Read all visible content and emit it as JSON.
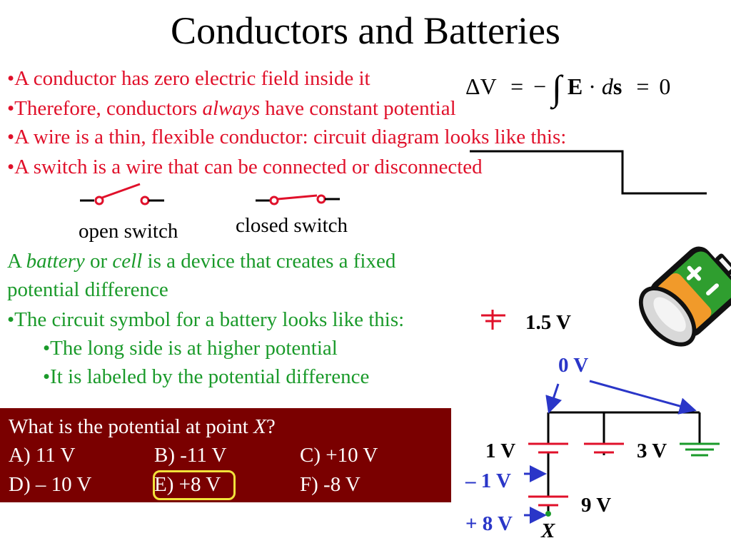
{
  "title": "Conductors and Batteries",
  "equation": {
    "lhs": "ΔV",
    "eq1": "=",
    "minus": "−",
    "integral": "∫",
    "E": "E",
    "dot": "·",
    "d": "d",
    "s": "s",
    "eq2": "=",
    "zero": "0"
  },
  "bullets": {
    "b1": "•A conductor has zero electric field inside it",
    "b2_pre": "•Therefore, conductors ",
    "b2_em": "always",
    "b2_post": " have constant potential",
    "b3": "•A wire is a thin, flexible conductor:  circuit diagram looks like this:",
    "b4": "•A switch is a wire that can be connected or disconnected"
  },
  "switch_labels": {
    "open": "open switch",
    "closed": "closed switch"
  },
  "battery_text": {
    "a": "A ",
    "battery": "battery",
    "or": " or ",
    "cell": "cell",
    "rest": " is a device that creates a fixed",
    "line2": "potential difference",
    "b1": "•The circuit symbol for a battery looks like this:",
    "sub1": "•The long side is at higher potential",
    "sub2": "•It is labeled by the potential difference",
    "battery_label": "1.5 V"
  },
  "quiz": {
    "question_pre": "What is the potential at point ",
    "question_var": "X",
    "question_post": "?",
    "options": [
      "A) 11 V",
      "B) -11 V",
      "C) +10 V",
      "D) – 10 V",
      "E) +8 V",
      "F) -8 V"
    ],
    "selected": "E) +8 V",
    "highlight_color": "#f2e23a",
    "background_color": "#7a0000"
  },
  "circuit": {
    "ground_label": "0 V",
    "v1": "1 V",
    "v3": "3 V",
    "v9": "9 V",
    "neg1": "– 1 V",
    "plus8": "+ 8 V",
    "x": "X"
  },
  "colors": {
    "red_text": "#e0102a",
    "green_text": "#1a9a2a",
    "blue_label": "#2a36c8"
  }
}
